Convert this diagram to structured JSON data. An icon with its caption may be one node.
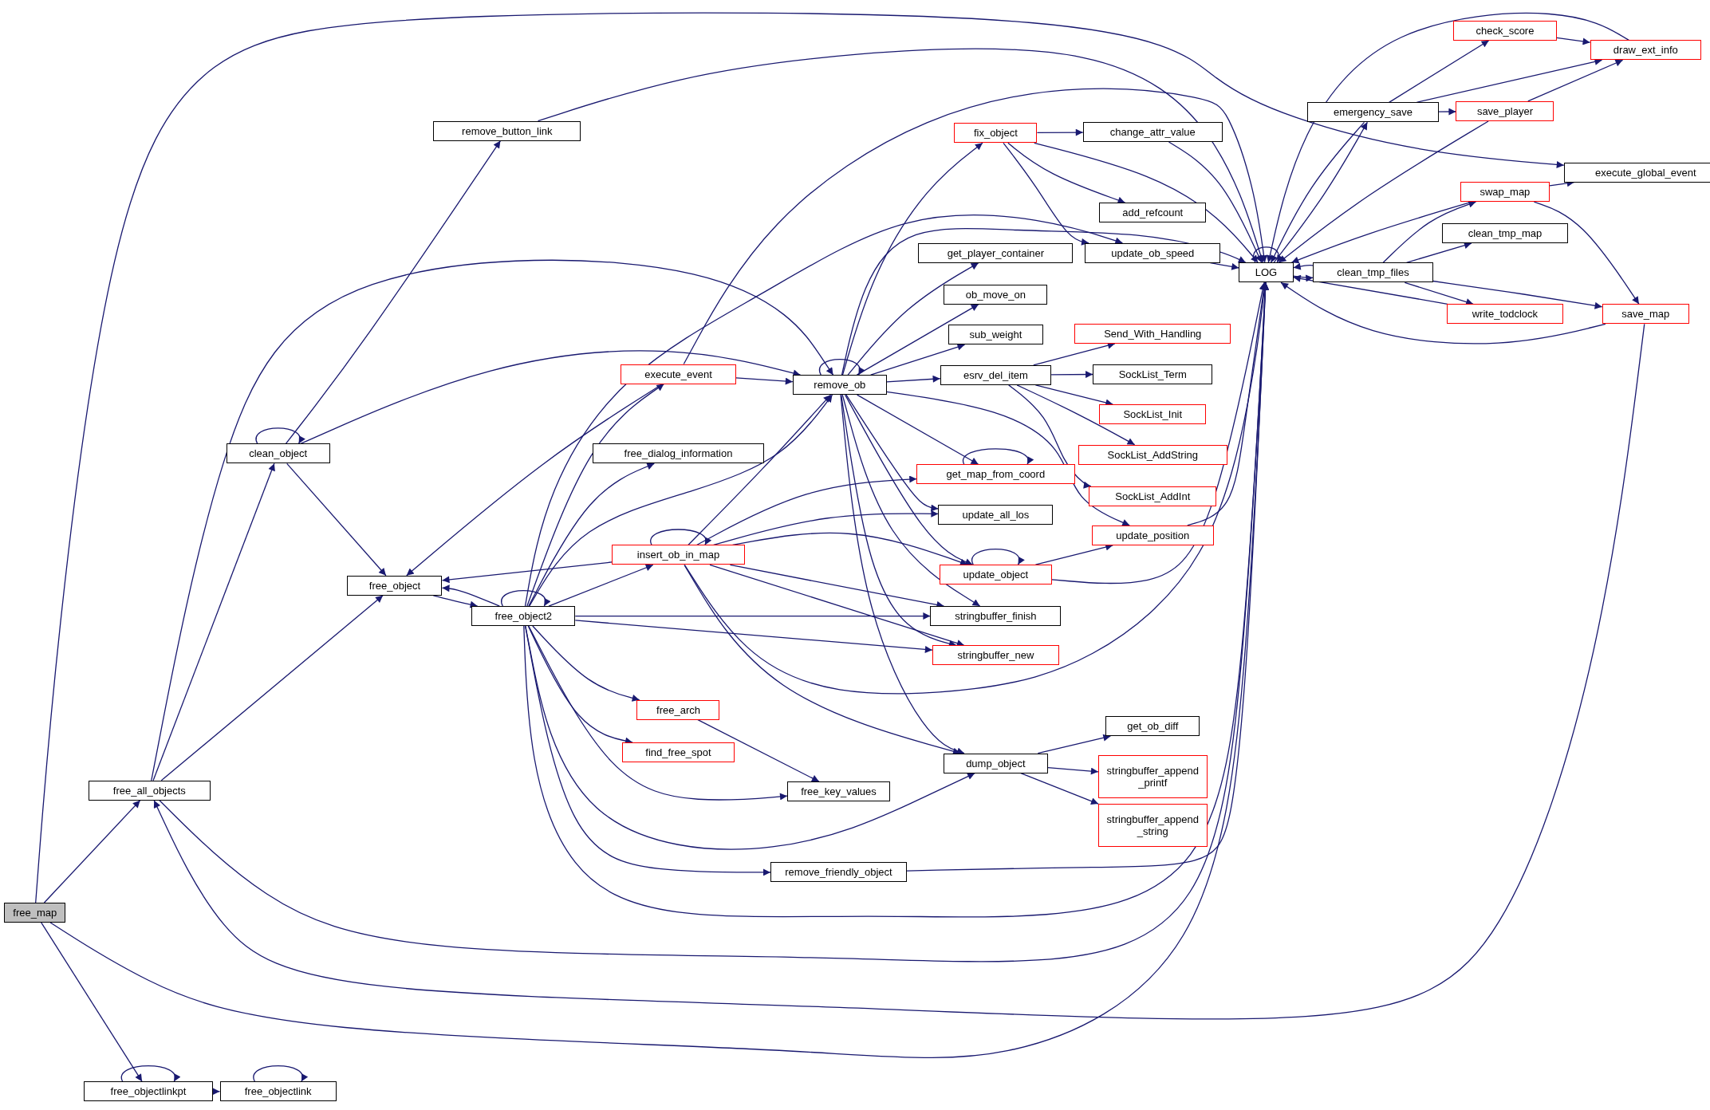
{
  "diagram": {
    "nodes": [
      {
        "text": [
          "free_map"
        ]
      },
      {
        "text": [
          "remove_button_link"
        ]
      },
      {
        "text": [
          "clean_object"
        ]
      },
      {
        "text": [
          "free_all_objects"
        ]
      },
      {
        "text": [
          "free_object"
        ]
      },
      {
        "text": [
          "free_object2"
        ]
      },
      {
        "text": [
          "free_objectlinkpt"
        ]
      },
      {
        "text": [
          "free_objectlink"
        ]
      },
      {
        "text": [
          "execute_event"
        ]
      },
      {
        "text": [
          "free_dialog_information"
        ]
      },
      {
        "text": [
          "insert_ob_in_map"
        ]
      },
      {
        "text": [
          "remove_ob"
        ]
      },
      {
        "text": [
          "free_arch"
        ]
      },
      {
        "text": [
          "find_free_spot"
        ]
      },
      {
        "text": [
          "free_key_values"
        ]
      },
      {
        "text": [
          "remove_friendly_object"
        ]
      },
      {
        "text": [
          "fix_object"
        ]
      },
      {
        "text": [
          "change_attr_value"
        ]
      },
      {
        "text": [
          "add_refcount"
        ]
      },
      {
        "text": [
          "update_ob_speed"
        ]
      },
      {
        "text": [
          "get_player_container"
        ]
      },
      {
        "text": [
          "ob_move_on"
        ]
      },
      {
        "text": [
          "sub_weight"
        ]
      },
      {
        "text": [
          "esrv_del_item"
        ]
      },
      {
        "text": [
          "get_map_from_coord"
        ]
      },
      {
        "text": [
          "update_all_los"
        ]
      },
      {
        "text": [
          "update_object"
        ]
      },
      {
        "text": [
          "stringbuffer_finish"
        ]
      },
      {
        "text": [
          "stringbuffer_new"
        ]
      },
      {
        "text": [
          "dump_object"
        ]
      },
      {
        "text": [
          "Send_With_Handling"
        ]
      },
      {
        "text": [
          "SockList_Term"
        ]
      },
      {
        "text": [
          "SockList_Init"
        ]
      },
      {
        "text": [
          "SockList_AddString"
        ]
      },
      {
        "text": [
          "SockList_AddInt"
        ]
      },
      {
        "text": [
          "update_position"
        ]
      },
      {
        "text": [
          "get_ob_diff"
        ]
      },
      {
        "text": [
          "stringbuffer_append _printf"
        ]
      },
      {
        "text": [
          "stringbuffer_append _string"
        ]
      },
      {
        "text": [
          "LOG"
        ]
      },
      {
        "text": [
          "emergency_save"
        ]
      },
      {
        "text": [
          "check_score"
        ]
      },
      {
        "text": [
          "save_player"
        ]
      },
      {
        "text": [
          "draw_ext_info"
        ]
      },
      {
        "text": [
          "execute_global_event"
        ]
      },
      {
        "text": [
          "swap_map"
        ]
      },
      {
        "text": [
          "clean_tmp_map"
        ]
      },
      {
        "text": [
          "clean_tmp_files"
        ]
      },
      {
        "text": [
          "write_todclock"
        ]
      },
      {
        "text": [
          "save_map"
        ]
      }
    ],
    "edges": [
      {
        "from": 0,
        "to": 3,
        "arrow": "to"
      },
      {
        "from": 0,
        "to": 6,
        "arrow": "to"
      },
      {
        "from": 0,
        "to": 44,
        "arrow": "to"
      },
      {
        "from": 0,
        "to": 39,
        "arrow": "to"
      },
      {
        "from": 49,
        "to": 3,
        "arrow": "to"
      },
      {
        "from": 3,
        "to": 2,
        "arrow": "to"
      },
      {
        "from": 3,
        "to": 4,
        "arrow": "to"
      },
      {
        "from": 3,
        "to": 11,
        "arrow": "to"
      },
      {
        "from": 3,
        "to": 39,
        "arrow": "to"
      },
      {
        "from": 2,
        "to": 2,
        "arrow": "to"
      },
      {
        "from": 2,
        "to": 1,
        "arrow": "to"
      },
      {
        "from": 2,
        "to": 11,
        "arrow": "to"
      },
      {
        "from": 2,
        "to": 4,
        "arrow": "to"
      },
      {
        "from": 1,
        "to": 39,
        "arrow": "to"
      },
      {
        "from": 4,
        "to": 5,
        "arrow": "to"
      },
      {
        "from": 5,
        "to": 4,
        "arrow": "to"
      },
      {
        "from": 5,
        "to": 5,
        "arrow": "to"
      },
      {
        "from": 5,
        "to": 8,
        "arrow": "to"
      },
      {
        "from": 5,
        "to": 9,
        "arrow": "to"
      },
      {
        "from": 5,
        "to": 10,
        "arrow": "to"
      },
      {
        "from": 5,
        "to": 11,
        "arrow": "to"
      },
      {
        "from": 5,
        "to": 19,
        "arrow": "to"
      },
      {
        "from": 5,
        "to": 27,
        "arrow": "to"
      },
      {
        "from": 5,
        "to": 28,
        "arrow": "to"
      },
      {
        "from": 5,
        "to": 12,
        "arrow": "to"
      },
      {
        "from": 5,
        "to": 13,
        "arrow": "to"
      },
      {
        "from": 5,
        "to": 14,
        "arrow": "to"
      },
      {
        "from": 5,
        "to": 29,
        "arrow": "to"
      },
      {
        "from": 5,
        "to": 15,
        "arrow": "to"
      },
      {
        "from": 5,
        "to": 39,
        "arrow": "to"
      },
      {
        "from": 8,
        "to": 4,
        "arrow": "to"
      },
      {
        "from": 8,
        "to": 11,
        "arrow": "to"
      },
      {
        "from": 8,
        "to": 39,
        "arrow": "to"
      },
      {
        "from": 10,
        "to": 4,
        "arrow": "to"
      },
      {
        "from": 10,
        "to": 10,
        "arrow": "to"
      },
      {
        "from": 10,
        "to": 11,
        "arrow": "to"
      },
      {
        "from": 10,
        "to": 24,
        "arrow": "to"
      },
      {
        "from": 10,
        "to": 25,
        "arrow": "to"
      },
      {
        "from": 10,
        "to": 26,
        "arrow": "to"
      },
      {
        "from": 10,
        "to": 27,
        "arrow": "to"
      },
      {
        "from": 10,
        "to": 28,
        "arrow": "to"
      },
      {
        "from": 10,
        "to": 29,
        "arrow": "to"
      },
      {
        "from": 10,
        "to": 39,
        "arrow": "to"
      },
      {
        "from": 11,
        "to": 11,
        "arrow": "to"
      },
      {
        "from": 11,
        "to": 16,
        "arrow": "to"
      },
      {
        "from": 11,
        "to": 20,
        "arrow": "to"
      },
      {
        "from": 11,
        "to": 21,
        "arrow": "to"
      },
      {
        "from": 11,
        "to": 22,
        "arrow": "to"
      },
      {
        "from": 11,
        "to": 23,
        "arrow": "to"
      },
      {
        "from": 11,
        "to": 35,
        "arrow": "to"
      },
      {
        "from": 11,
        "to": 24,
        "arrow": "to"
      },
      {
        "from": 11,
        "to": 25,
        "arrow": "to"
      },
      {
        "from": 11,
        "to": 26,
        "arrow": "to"
      },
      {
        "from": 11,
        "to": 27,
        "arrow": "to"
      },
      {
        "from": 11,
        "to": 28,
        "arrow": "to"
      },
      {
        "from": 11,
        "to": 29,
        "arrow": "to"
      },
      {
        "from": 11,
        "to": 39,
        "arrow": "to"
      },
      {
        "from": 12,
        "to": 14,
        "arrow": "to"
      },
      {
        "from": 15,
        "to": 39,
        "arrow": "to"
      },
      {
        "from": 16,
        "to": 17,
        "arrow": "to"
      },
      {
        "from": 16,
        "to": 18,
        "arrow": "to"
      },
      {
        "from": 16,
        "to": 19,
        "arrow": "to"
      },
      {
        "from": 16,
        "to": 39,
        "arrow": "to"
      },
      {
        "from": 17,
        "to": 39,
        "arrow": "to"
      },
      {
        "from": 19,
        "to": 39,
        "arrow": "to"
      },
      {
        "from": 23,
        "to": 30,
        "arrow": "to"
      },
      {
        "from": 23,
        "to": 31,
        "arrow": "to"
      },
      {
        "from": 23,
        "to": 32,
        "arrow": "to"
      },
      {
        "from": 23,
        "to": 33,
        "arrow": "to"
      },
      {
        "from": 23,
        "to": 34,
        "arrow": "to"
      },
      {
        "from": 24,
        "to": 24,
        "arrow": "to"
      },
      {
        "from": 26,
        "to": 26,
        "arrow": "to"
      },
      {
        "from": 26,
        "to": 35,
        "arrow": "to"
      },
      {
        "from": 26,
        "to": 39,
        "arrow": "to"
      },
      {
        "from": 35,
        "to": 39,
        "arrow": "to"
      },
      {
        "from": 29,
        "to": 36,
        "arrow": "to"
      },
      {
        "from": 29,
        "to": 37,
        "arrow": "to"
      },
      {
        "from": 29,
        "to": 38,
        "arrow": "to"
      },
      {
        "from": 39,
        "to": 39,
        "arrow": "to"
      },
      {
        "from": 39,
        "to": 40,
        "arrow": "to"
      },
      {
        "from": 40,
        "to": 39,
        "arrow": "to"
      },
      {
        "from": 40,
        "to": 41,
        "arrow": "to"
      },
      {
        "from": 40,
        "to": 43,
        "arrow": "to"
      },
      {
        "from": 40,
        "to": 42,
        "arrow": "to"
      },
      {
        "from": 41,
        "to": 43,
        "arrow": "to"
      },
      {
        "from": 42,
        "to": 43,
        "arrow": "to"
      },
      {
        "from": 42,
        "to": 39,
        "arrow": "to"
      },
      {
        "from": 43,
        "to": 39,
        "arrow": "to"
      },
      {
        "from": 45,
        "to": 44,
        "arrow": "to"
      },
      {
        "from": 45,
        "to": 49,
        "arrow": "to"
      },
      {
        "from": 45,
        "to": 39,
        "arrow": "to"
      },
      {
        "from": 39,
        "to": 47,
        "arrow": "to"
      },
      {
        "from": 47,
        "to": 39,
        "arrow": "to"
      },
      {
        "from": 47,
        "to": 45,
        "arrow": "to"
      },
      {
        "from": 47,
        "to": 46,
        "arrow": "to"
      },
      {
        "from": 47,
        "to": 48,
        "arrow": "to"
      },
      {
        "from": 47,
        "to": 49,
        "arrow": "to"
      },
      {
        "from": 48,
        "to": 39,
        "arrow": "to"
      },
      {
        "from": 49,
        "to": 39,
        "arrow": "to"
      },
      {
        "from": 6,
        "to": 6,
        "arrow": "to"
      },
      {
        "from": 6,
        "to": 7,
        "arrow": "to"
      },
      {
        "from": 7,
        "to": 7,
        "arrow": "to"
      }
    ]
  }
}
